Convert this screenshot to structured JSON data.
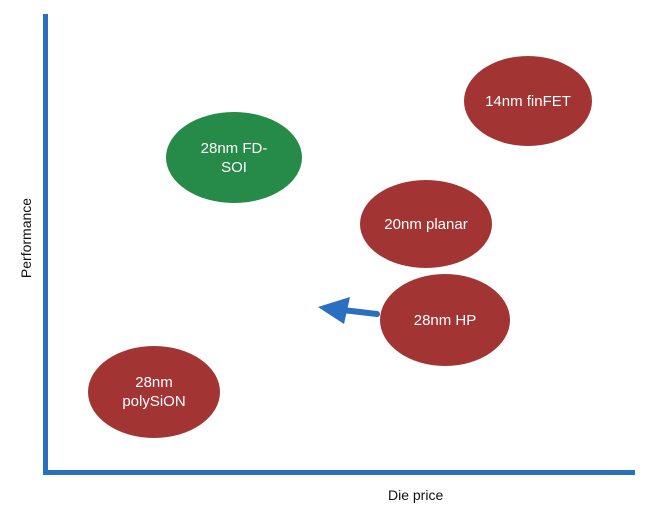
{
  "axes": {
    "x_label": "Die price",
    "y_label": "Performance",
    "color": "#2a6fc0"
  },
  "nodes": [
    {
      "id": "14nm-finfet",
      "label": "14nm finFET",
      "color": "#a23534"
    },
    {
      "id": "28nm-fdsoi",
      "label": "28nm FD-SOI",
      "color": "#268a48"
    },
    {
      "id": "20nm-planar",
      "label": "20nm planar",
      "color": "#a23534"
    },
    {
      "id": "28nm-hp",
      "label": "28nm HP",
      "color": "#a23534"
    },
    {
      "id": "28nm-polysion",
      "label": "28nm polySiON",
      "color": "#a23534"
    }
  ],
  "arrow": {
    "from": "28nm-hp",
    "direction": "left",
    "color": "#2a6fc0",
    "icon": "arrow-left-icon"
  }
}
